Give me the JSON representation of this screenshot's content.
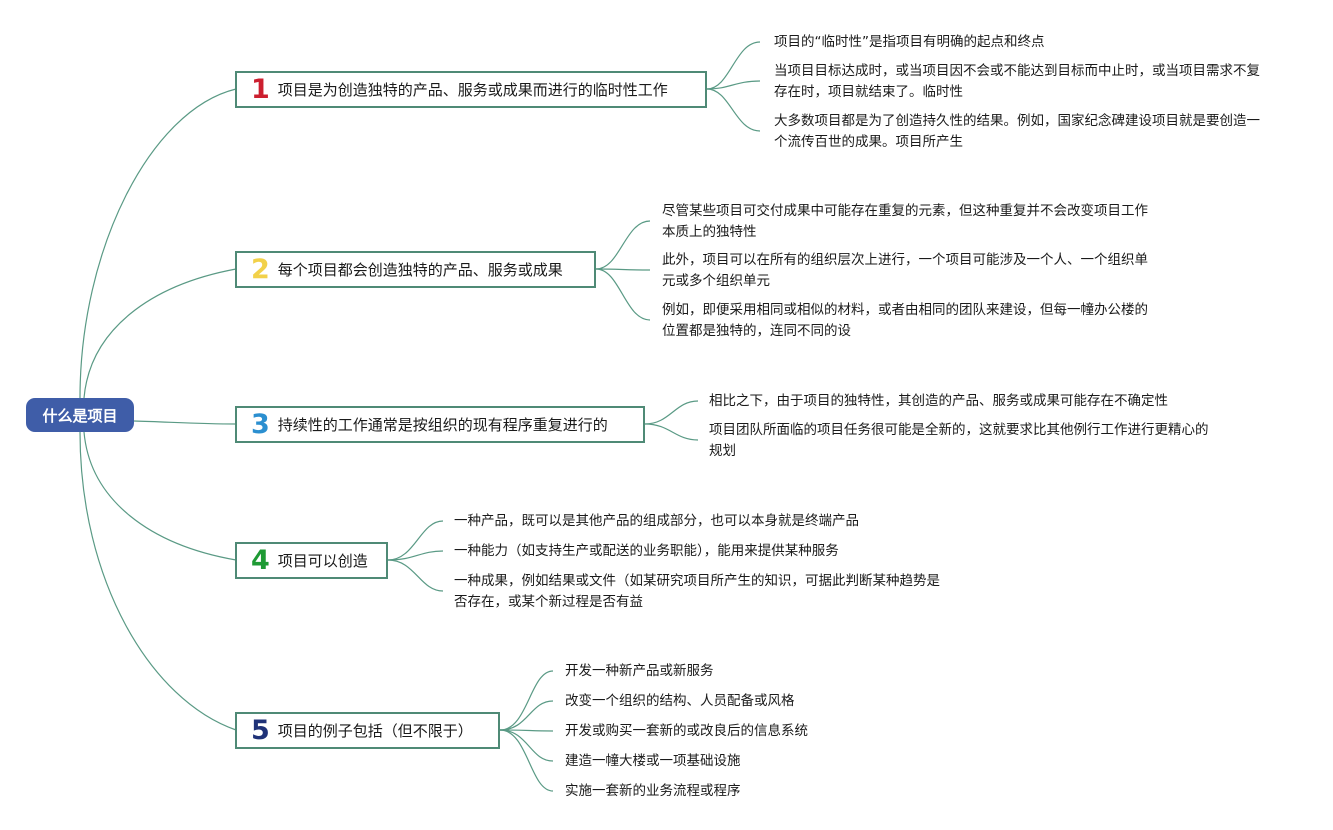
{
  "root": {
    "label": "什么是项目"
  },
  "branches": [
    {
      "number": "1",
      "color": "#cc1f2f",
      "label": "项目是为创造独特的产品、服务或成果而进行的临时性工作",
      "leaves": [
        "项目的“临时性”是指项目有明确的起点和终点",
        "当项目目标达成时，或当项目因不会或不能达到目标而中止时，或当项目需求不复存在时，项目就结束了。临时性",
        "大多数项目都是为了创造持久性的结果。例如，国家纪念碑建设项目就是要创造一个流传百世的成果。项目所产生"
      ]
    },
    {
      "number": "2",
      "color": "#f2d14a",
      "label": "每个项目都会创造独特的产品、服务或成果",
      "leaves": [
        "尽管某些项目可交付成果中可能存在重复的元素，但这种重复并不会改变项目工作本质上的独特性",
        "此外，项目可以在所有的组织层次上进行，一个项目可能涉及一个人、一个组织单元或多个组织单元",
        "例如，即便采用相同或相似的材料，或者由相同的团队来建设，但每一幢办公楼的位置都是独特的，连同不同的设"
      ]
    },
    {
      "number": "3",
      "color": "#2b8fd0",
      "label": "持续性的工作通常是按组织的现有程序重复进行的",
      "leaves": [
        "相比之下，由于项目的独特性，其创造的产品、服务或成果可能存在不确定性",
        "项目团队所面临的项目任务很可能是全新的，这就要求比其他例行工作进行更精心的规划"
      ]
    },
    {
      "number": "4",
      "color": "#1e9a34",
      "label": "项目可以创造",
      "leaves": [
        "一种产品，既可以是其他产品的组成部分，也可以本身就是终端产品",
        "一种能力（如支持生产或配送的业务职能），能用来提供某种服务",
        "一种成果，例如结果或文件（如某研究项目所产生的知识，可据此判断某种趋势是否存在，或某个新过程是否有益"
      ]
    },
    {
      "number": "5",
      "color": "#1f3278",
      "label": "项目的例子包括（但不限于）",
      "leaves": [
        "开发一种新产品或新服务",
        "改变一个组织的结构、人员配备或风格",
        "开发或购买一套新的或改良后的信息系统",
        "建造一幢大楼或一项基础设施",
        "实施一套新的业务流程或程序"
      ]
    }
  ]
}
